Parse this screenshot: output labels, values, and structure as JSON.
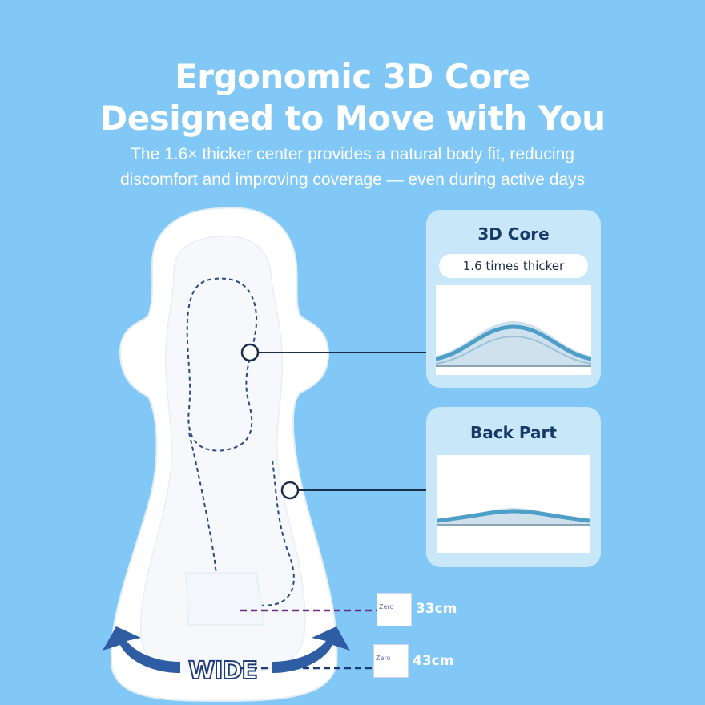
{
  "headline": {
    "line1": "Ergonomic 3D Core",
    "line2": "Designed to Move with You"
  },
  "subheadline": {
    "line1": "The 1.6× thicker center provides a natural body fit, reducing",
    "line2": "discomfort and improving coverage — even during active days"
  },
  "cards": {
    "core": {
      "title": "3D Core",
      "badge": "1.6 times thicker"
    },
    "back": {
      "title": "Back Part"
    }
  },
  "sizes": {
    "small": {
      "label": "33cm",
      "package_text": "Zero"
    },
    "large": {
      "label": "43cm",
      "package_text": "Zero"
    }
  },
  "wide_badge": "WIDE",
  "colors": {
    "background": "#82c8f6",
    "card": "#c8e8fa",
    "heading_dark": "#173a66",
    "arrow": "#2f5da3",
    "dashed_small": "#6a2d83",
    "dashed_large": "#1f3c7a"
  },
  "icons": [
    "curved-arrow-left-icon",
    "curved-arrow-right-icon",
    "callout-dot-icon"
  ]
}
